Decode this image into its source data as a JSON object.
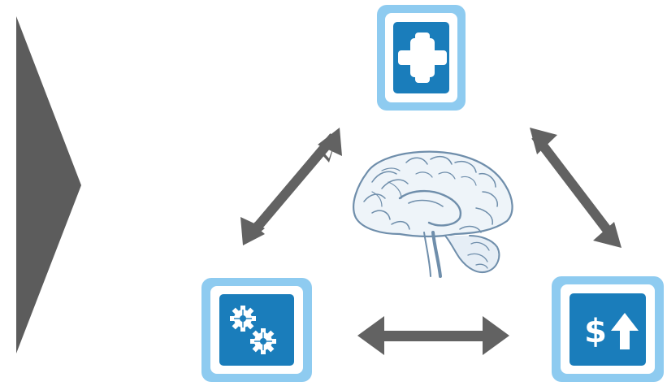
{
  "nodes": {
    "health": {
      "icon": "medical-cross-icon"
    },
    "operations": {
      "icon": "gears-icon"
    },
    "finance": {
      "icon": "dollar-up-arrow-icon",
      "symbol": "$"
    }
  },
  "center": {
    "icon": "brain-illustration"
  },
  "connections": [
    {
      "from": "health",
      "to": "operations",
      "type": "bidirectional"
    },
    {
      "from": "health",
      "to": "finance",
      "type": "bidirectional"
    },
    {
      "from": "operations",
      "to": "finance",
      "type": "bidirectional"
    }
  ],
  "colors": {
    "tile_outer": "#8ecbf0",
    "tile_inner": "#ffffff",
    "tile_core": "#1a7dbb",
    "arrow": "#626262",
    "chevron": "#5c5c5c",
    "brain_stroke": "#6f8eab"
  }
}
